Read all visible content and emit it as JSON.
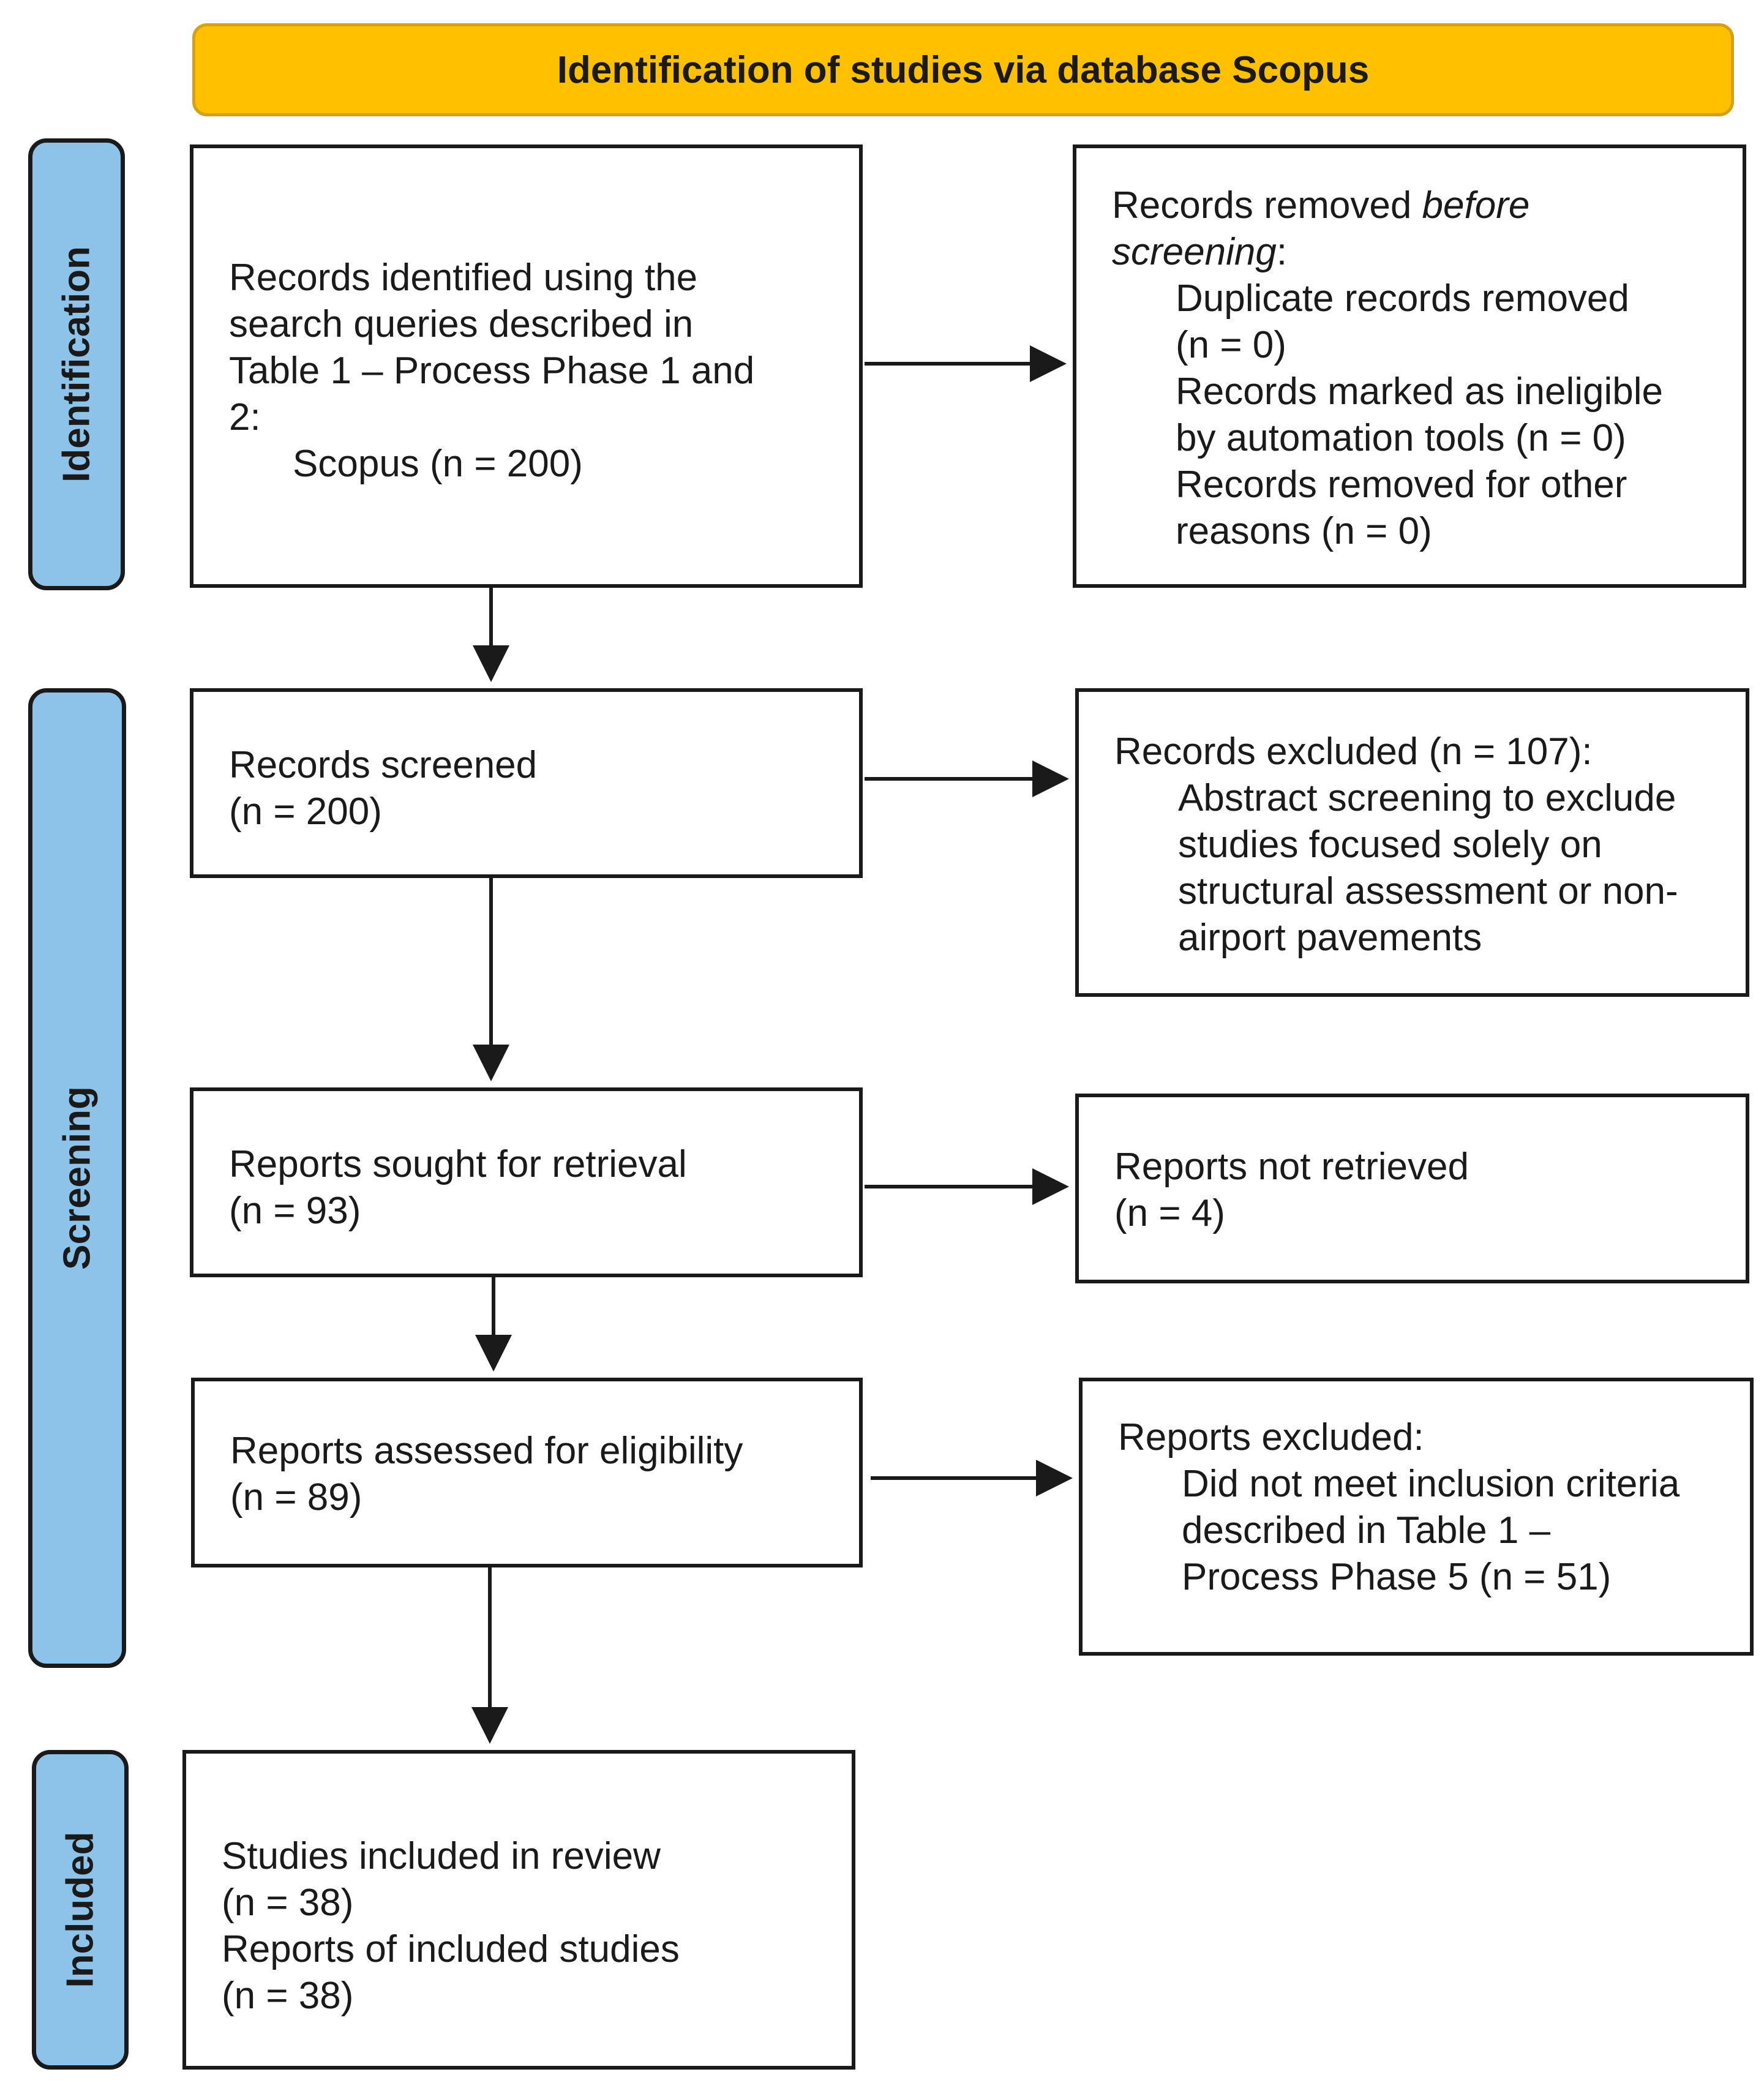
{
  "header": {
    "title": "Identification of studies via database Scopus"
  },
  "phases": {
    "identification": "Identification",
    "screening": "Screening",
    "included": "Included"
  },
  "boxes": {
    "records_identified": {
      "lines": [
        "Records identified using the",
        "search queries described in",
        "Table 1 – Process Phase 1 and",
        "2:"
      ],
      "source": "Scopus (n = 200)"
    },
    "records_removed": {
      "heading_prefix": "Records removed ",
      "heading_italic": "before",
      "heading_line2_italic": "screening",
      "heading_line2_suffix": ":",
      "items": [
        "Duplicate records removed",
        "(n = 0)",
        "Records marked as ineligible",
        "by automation tools (n = 0)",
        "Records removed for other",
        "reasons (n = 0)"
      ]
    },
    "records_screened": {
      "label": "Records screened",
      "count": "(n = 200)"
    },
    "records_excluded": {
      "heading": "Records excluded (n = 107):",
      "items": [
        "Abstract screening to exclude",
        "studies focused solely on",
        "structural assessment or non-",
        "airport pavements"
      ]
    },
    "reports_sought": {
      "label": "Reports sought for retrieval",
      "count": "(n = 93)"
    },
    "reports_not_retrieved": {
      "label": "Reports not retrieved",
      "count": "(n = 4)"
    },
    "reports_assessed": {
      "label": "Reports assessed for eligibility",
      "count": "(n = 89)"
    },
    "reports_excluded": {
      "heading": "Reports excluded:",
      "items": [
        "Did not meet inclusion criteria",
        "described in Table 1 –",
        "Process Phase 5 (n = 51)"
      ]
    },
    "studies_included": {
      "label1": "Studies included in review",
      "count1": "(n = 38)",
      "label2": "Reports of included studies",
      "count2": "(n = 38)"
    }
  }
}
